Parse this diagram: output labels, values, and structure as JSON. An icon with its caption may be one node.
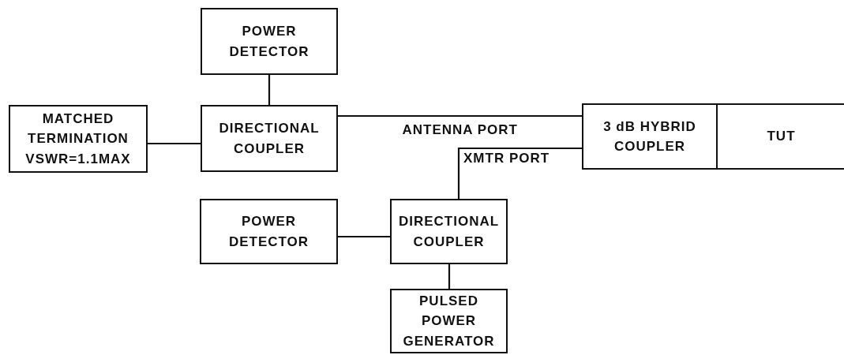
{
  "diagram": {
    "nodes": [
      {
        "text": [
          "POWER DETECTOR"
        ]
      },
      {
        "text": [
          "MATCHED TERMINATION VSWR=1.1MAX"
        ]
      },
      {
        "text": [
          "DIRECTIONAL COUPLER"
        ]
      },
      {
        "text": [
          "3 dB HYBRID COUPLER"
        ]
      },
      {
        "text": [
          "TUT"
        ]
      },
      {
        "text": [
          "POWER DETECTOR"
        ]
      },
      {
        "text": [
          "DIRECTIONAL COUPLER"
        ]
      },
      {
        "text": [
          "PULSED POWER GENERATOR"
        ]
      }
    ],
    "edges": [
      {
        "from": 0,
        "to": 2,
        "arrow": "none"
      },
      {
        "from": 1,
        "to": 2,
        "arrow": "none"
      },
      {
        "from": 2,
        "to": 3,
        "arrow": "none",
        "label": "ANTENNA PORT"
      },
      {
        "from": 6,
        "to": 3,
        "arrow": "none",
        "label": "XMTR PORT"
      },
      {
        "from": 5,
        "to": 6,
        "arrow": "none"
      },
      {
        "from": 6,
        "to": 7,
        "arrow": "none"
      }
    ]
  }
}
